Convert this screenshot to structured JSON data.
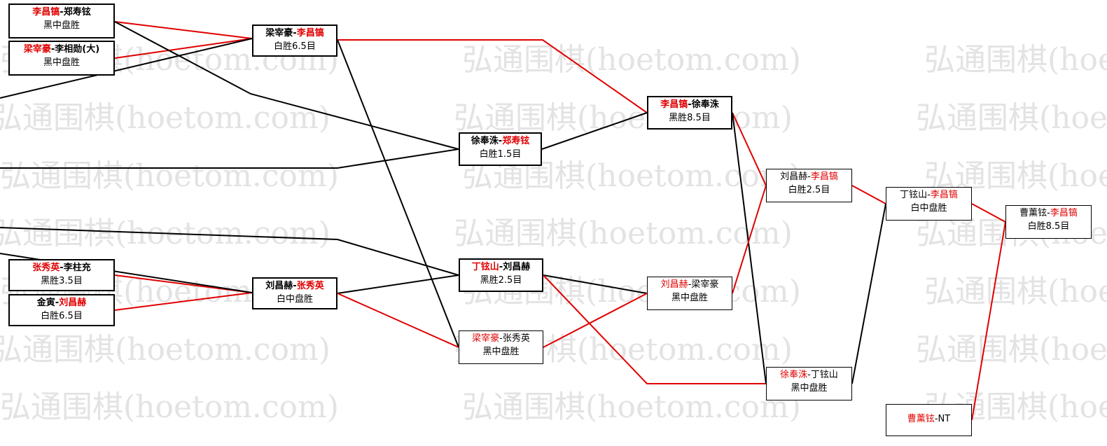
{
  "watermark": {
    "text": "弘通围棋(hoetom.com)",
    "color": "#e3e3e3"
  },
  "colors": {
    "winner": "#e00000",
    "loser": "#000000"
  },
  "matches": [
    {
      "id": "m1",
      "p1": "李昌镐",
      "p2": "郑寿铉",
      "winner": 1,
      "result": "黑中盘胜"
    },
    {
      "id": "m2",
      "p1": "梁宰豪",
      "p2": "李相勋(大)",
      "winner": 1,
      "result": "黑中盘胜"
    },
    {
      "id": "m3",
      "p1": "张秀英",
      "p2": "李柱充",
      "winner": 1,
      "result": "黑胜3.5目"
    },
    {
      "id": "m4",
      "p1": "金寅",
      "p2": "刘昌赫",
      "winner": 2,
      "result": "白胜6.5目"
    },
    {
      "id": "m5",
      "p1": "梁宰豪",
      "p2": "李昌镐",
      "winner": 2,
      "result": "白胜6.5目"
    },
    {
      "id": "m6",
      "p1": "刘昌赫",
      "p2": "张秀英",
      "winner": 2,
      "result": "白中盘胜"
    },
    {
      "id": "m7",
      "p1": "徐奉洙",
      "p2": "郑寿铉",
      "winner": 2,
      "result": "白胜1.5目"
    },
    {
      "id": "m8",
      "p1": "丁铉山",
      "p2": "刘昌赫",
      "winner": 1,
      "result": "黑胜2.5目"
    },
    {
      "id": "m9",
      "p1": "梁宰豪",
      "p2": "张秀英",
      "winner": 1,
      "result": "黑中盘胜"
    },
    {
      "id": "m10",
      "p1": "李昌镐",
      "p2": "徐奉洙",
      "winner": 1,
      "result": "黑胜8.5目"
    },
    {
      "id": "m11",
      "p1": "刘昌赫",
      "p2": "梁宰豪",
      "winner": 1,
      "result": "黑中盘胜"
    },
    {
      "id": "m12",
      "p1": "刘昌赫",
      "p2": "李昌镐",
      "winner": 2,
      "result": "白胜2.5目"
    },
    {
      "id": "m13",
      "p1": "徐奉洙",
      "p2": "丁铉山",
      "winner": 1,
      "result": "黑中盘胜"
    },
    {
      "id": "m14",
      "p1": "丁铉山",
      "p2": "李昌镐",
      "winner": 2,
      "result": "白中盘胜"
    },
    {
      "id": "m15",
      "p1": "曹薰铉",
      "p2": "NT",
      "winner": 1,
      "result": ""
    },
    {
      "id": "m16",
      "p1": "曹薰铉",
      "p2": "李昌镐",
      "winner": 2,
      "result": "白胜8.5目"
    }
  ],
  "links": [
    {
      "from": "m1",
      "to": "m5",
      "color": "red"
    },
    {
      "from": "m2",
      "to": "m5",
      "color": "red"
    },
    {
      "from": "m1",
      "to": "m7",
      "color": "black"
    },
    {
      "from": "m3",
      "to": "m6",
      "color": "red"
    },
    {
      "from": "m4",
      "to": "m6",
      "color": "red"
    },
    {
      "from": "m5",
      "to": "m10",
      "color": "red"
    },
    {
      "from": "m5",
      "to": "m9",
      "color": "black"
    },
    {
      "from": "m6",
      "to": "m8",
      "color": "black"
    },
    {
      "from": "m6",
      "to": "m9",
      "color": "red"
    },
    {
      "from": "m7",
      "to": "m10",
      "color": "black"
    },
    {
      "from": "m8",
      "to": "m11",
      "color": "black"
    },
    {
      "from": "m8",
      "to": "m13",
      "color": "red"
    },
    {
      "from": "m9",
      "to": "m11",
      "color": "red"
    },
    {
      "from": "m10",
      "to": "m12",
      "color": "red"
    },
    {
      "from": "m10",
      "to": "m13",
      "color": "black"
    },
    {
      "from": "m11",
      "to": "m12",
      "color": "red"
    },
    {
      "from": "m12",
      "to": "m14",
      "color": "red"
    },
    {
      "from": "m13",
      "to": "m14",
      "color": "black"
    },
    {
      "from": "m14",
      "to": "m16",
      "color": "red"
    },
    {
      "from": "m15",
      "to": "m16",
      "color": "red"
    }
  ],
  "offpage_links": [
    {
      "to": "m2",
      "color": "black"
    },
    {
      "to": "m7",
      "color": "black"
    },
    {
      "to": "m8",
      "color": "black"
    },
    {
      "to": "m6",
      "color": "black"
    }
  ]
}
